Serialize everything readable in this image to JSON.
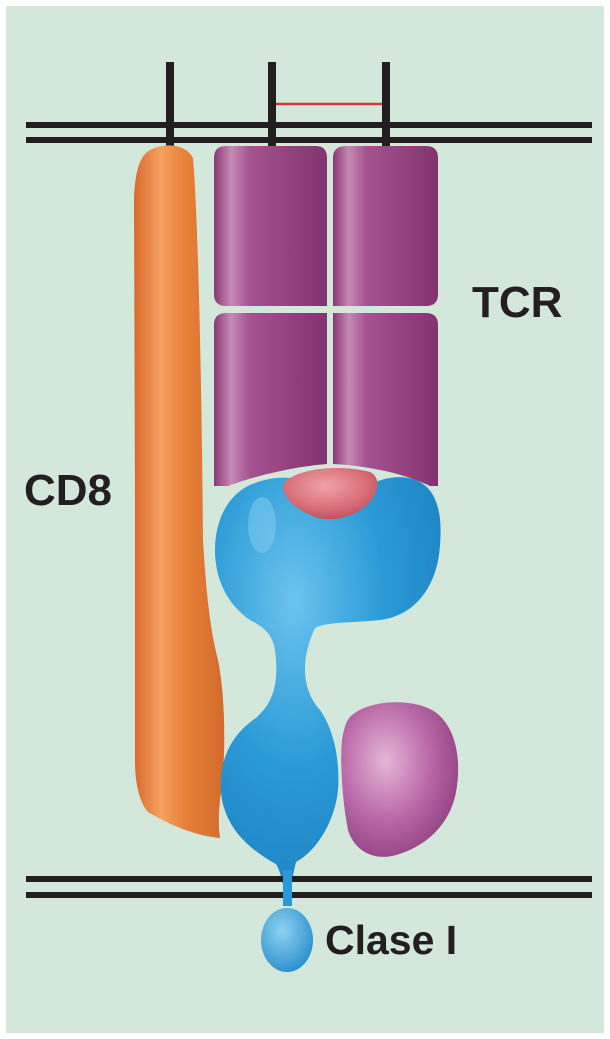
{
  "labels": {
    "tcr": "TCR",
    "cd8": "CD8",
    "mhc": "Clase I"
  },
  "colors": {
    "background": "#d3e8da",
    "membrane": "#231f20",
    "cd8": "#e8823a",
    "tcr": "#9e4a88",
    "peptide": "#d9707a",
    "mhc_class_i": "#2a9ad6",
    "beta2_microglobulin": "#b0609e",
    "disulfide_bond": "#d23a3a",
    "label_text": "#231f20"
  }
}
